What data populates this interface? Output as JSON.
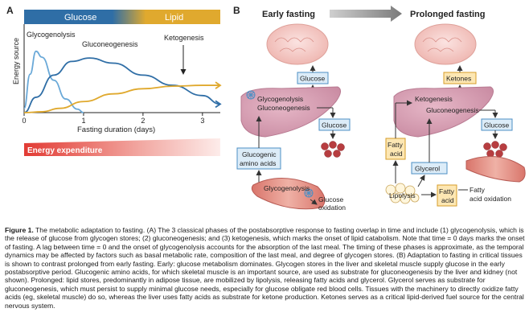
{
  "panel_a": {
    "letter": "A",
    "bar_glucose": "Glucose",
    "bar_lipid": "Lipid",
    "y_axis_label": "Energy source",
    "x_axis_label": "Fasting duration (days)",
    "curve_labels": [
      "Glycogenolysis",
      "Gluconeogenesis",
      "Ketogenesis"
    ],
    "energy_bar_label": "Energy expenditure",
    "colors": {
      "glucose": "#2f6ea6",
      "lipid": "#e0a92e",
      "glycogen": "#6aa9d8",
      "energy": "#e23b34"
    }
  },
  "chart_data": {
    "type": "line",
    "x_label": "Fasting duration (days)",
    "y_label": "Energy source",
    "x_ticks": [
      0,
      1,
      2,
      3
    ],
    "xlim": [
      0,
      3.3
    ],
    "ylim": [
      0,
      1
    ],
    "series": [
      {
        "name": "Glycogenolysis",
        "x": [
          0,
          0.1,
          0.2,
          0.3,
          0.5,
          0.7,
          0.9,
          1.0
        ],
        "y": [
          0.05,
          0.45,
          0.72,
          0.65,
          0.38,
          0.16,
          0.04,
          0.0
        ]
      },
      {
        "name": "Gluconeogenesis",
        "x": [
          0,
          0.2,
          0.5,
          0.8,
          1.1,
          1.5,
          2.0,
          2.5,
          3.0,
          3.3
        ],
        "y": [
          0.0,
          0.18,
          0.44,
          0.6,
          0.64,
          0.58,
          0.44,
          0.32,
          0.2,
          0.1
        ]
      },
      {
        "name": "Ketogenesis",
        "x": [
          0,
          0.3,
          0.6,
          1.0,
          1.5,
          2.0,
          2.5,
          3.0,
          3.3
        ],
        "y": [
          0.0,
          0.01,
          0.05,
          0.13,
          0.22,
          0.28,
          0.31,
          0.32,
          0.32
        ]
      }
    ]
  },
  "panel_b": {
    "letter": "B",
    "early_title": "Early fasting",
    "prolonged_title": "Prolonged fasting",
    "early": {
      "brain_box": "Glucose",
      "liver_line1": "Glycogenolysis",
      "liver_line2": "Gluconeogenesis",
      "blood_box": "Glucose",
      "amino_line1": "Glucogenic",
      "amino_line2": "amino acids",
      "muscle_label": "Glycogenolysis",
      "muscle_out_line1": "Glucose",
      "muscle_out_line2": "oxidation"
    },
    "prolonged": {
      "brain_box": "Ketones",
      "liver_line1": "Ketogenesis",
      "liver_line2": "Gluconeogenesis",
      "blood_box": "Glucose",
      "fatty_line1": "Fatty",
      "fatty_line2": "acid",
      "glycerol_box": "Glycerol",
      "lipolysis_label": "Lipolysis",
      "fatty2_line1": "Fatty",
      "fatty2_line2": "acid",
      "fa_ox_line1": "Fatty",
      "fa_ox_line2": "acid oxidation"
    }
  },
  "caption": {
    "lead": "Figure 1.",
    "text": " The metabolic adaptation to fasting. (A) The 3 classical phases of the postabsorptive response to fasting overlap in time and include (1) glycogenolysis, which is the release of glucose from glycogen stores; (2) gluconeogenesis; and (3) ketogenesis, which marks the onset of lipid catabolism. Note that time = 0 days marks the onset of fasting. A lag between time = 0 and the onset of glycogenolysis accounts for the absorption of the last meal. The timing of these phases is approximate, as the temporal dynamics may be affected by factors such as basal metabolic rate, composition of the last meal, and degree of glycogen stores. (B) Adaptation to fasting in critical tissues is shown to contrast prolonged from early fasting. Early: glucose metabolism dominates. Glycogen stores in the liver and skeletal muscle supply glucose in the early postabsorptive period. Glucogenic amino acids, for which skeletal muscle is an important source, are used as substrate for gluconeogenesis by the liver and kidney (not shown). Prolonged: lipid stores, predominantly in adipose tissue, are mobilized by lipolysis, releasing fatty acids and glycerol. Glycerol serves as substrate for gluconeogenesis, which must persist to supply minimal glucose needs, especially for glucose obligate red blood cells. Tissues with the machinery to directly oxidize fatty acids (eg, skeletal muscle) do so, whereas the liver uses fatty acids as substrate for ketone production. Ketones serves as a critical lipid-derived fuel source for the central nervous system."
  }
}
